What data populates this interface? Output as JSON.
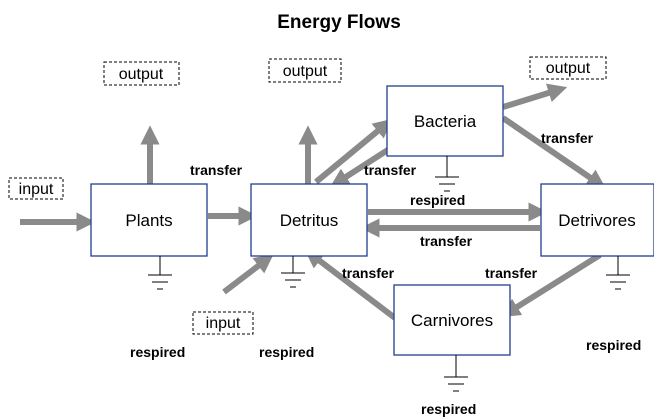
{
  "title": "Energy Flows",
  "nodes": {
    "plants": "Plants",
    "detritus": "Detritus",
    "bacteria": "Bacteria",
    "detrivores": "Detrivores",
    "carnivores": "Carnivores"
  },
  "external": {
    "input_left": "input",
    "input_bottom": "input",
    "output_plants": "output",
    "output_detritus": "output",
    "output_bacteria": "output"
  },
  "edge_labels": {
    "plants_to_detritus": "transfer",
    "bacteria_to_detritus": "transfer",
    "bacteria_to_detrivores": "transfer",
    "detritus_to_detrivores": "respired",
    "detrivores_to_detritus": "transfer",
    "carnivores_to_detritus": "transfer",
    "detrivores_to_carnivores": "transfer"
  },
  "respired_labels": {
    "plants": "respired",
    "detritus": "respired",
    "carnivores": "respired",
    "detrivores": "respired"
  },
  "colors": {
    "box_border": "#1f3f8f",
    "arrow": "#8a8a8a"
  }
}
